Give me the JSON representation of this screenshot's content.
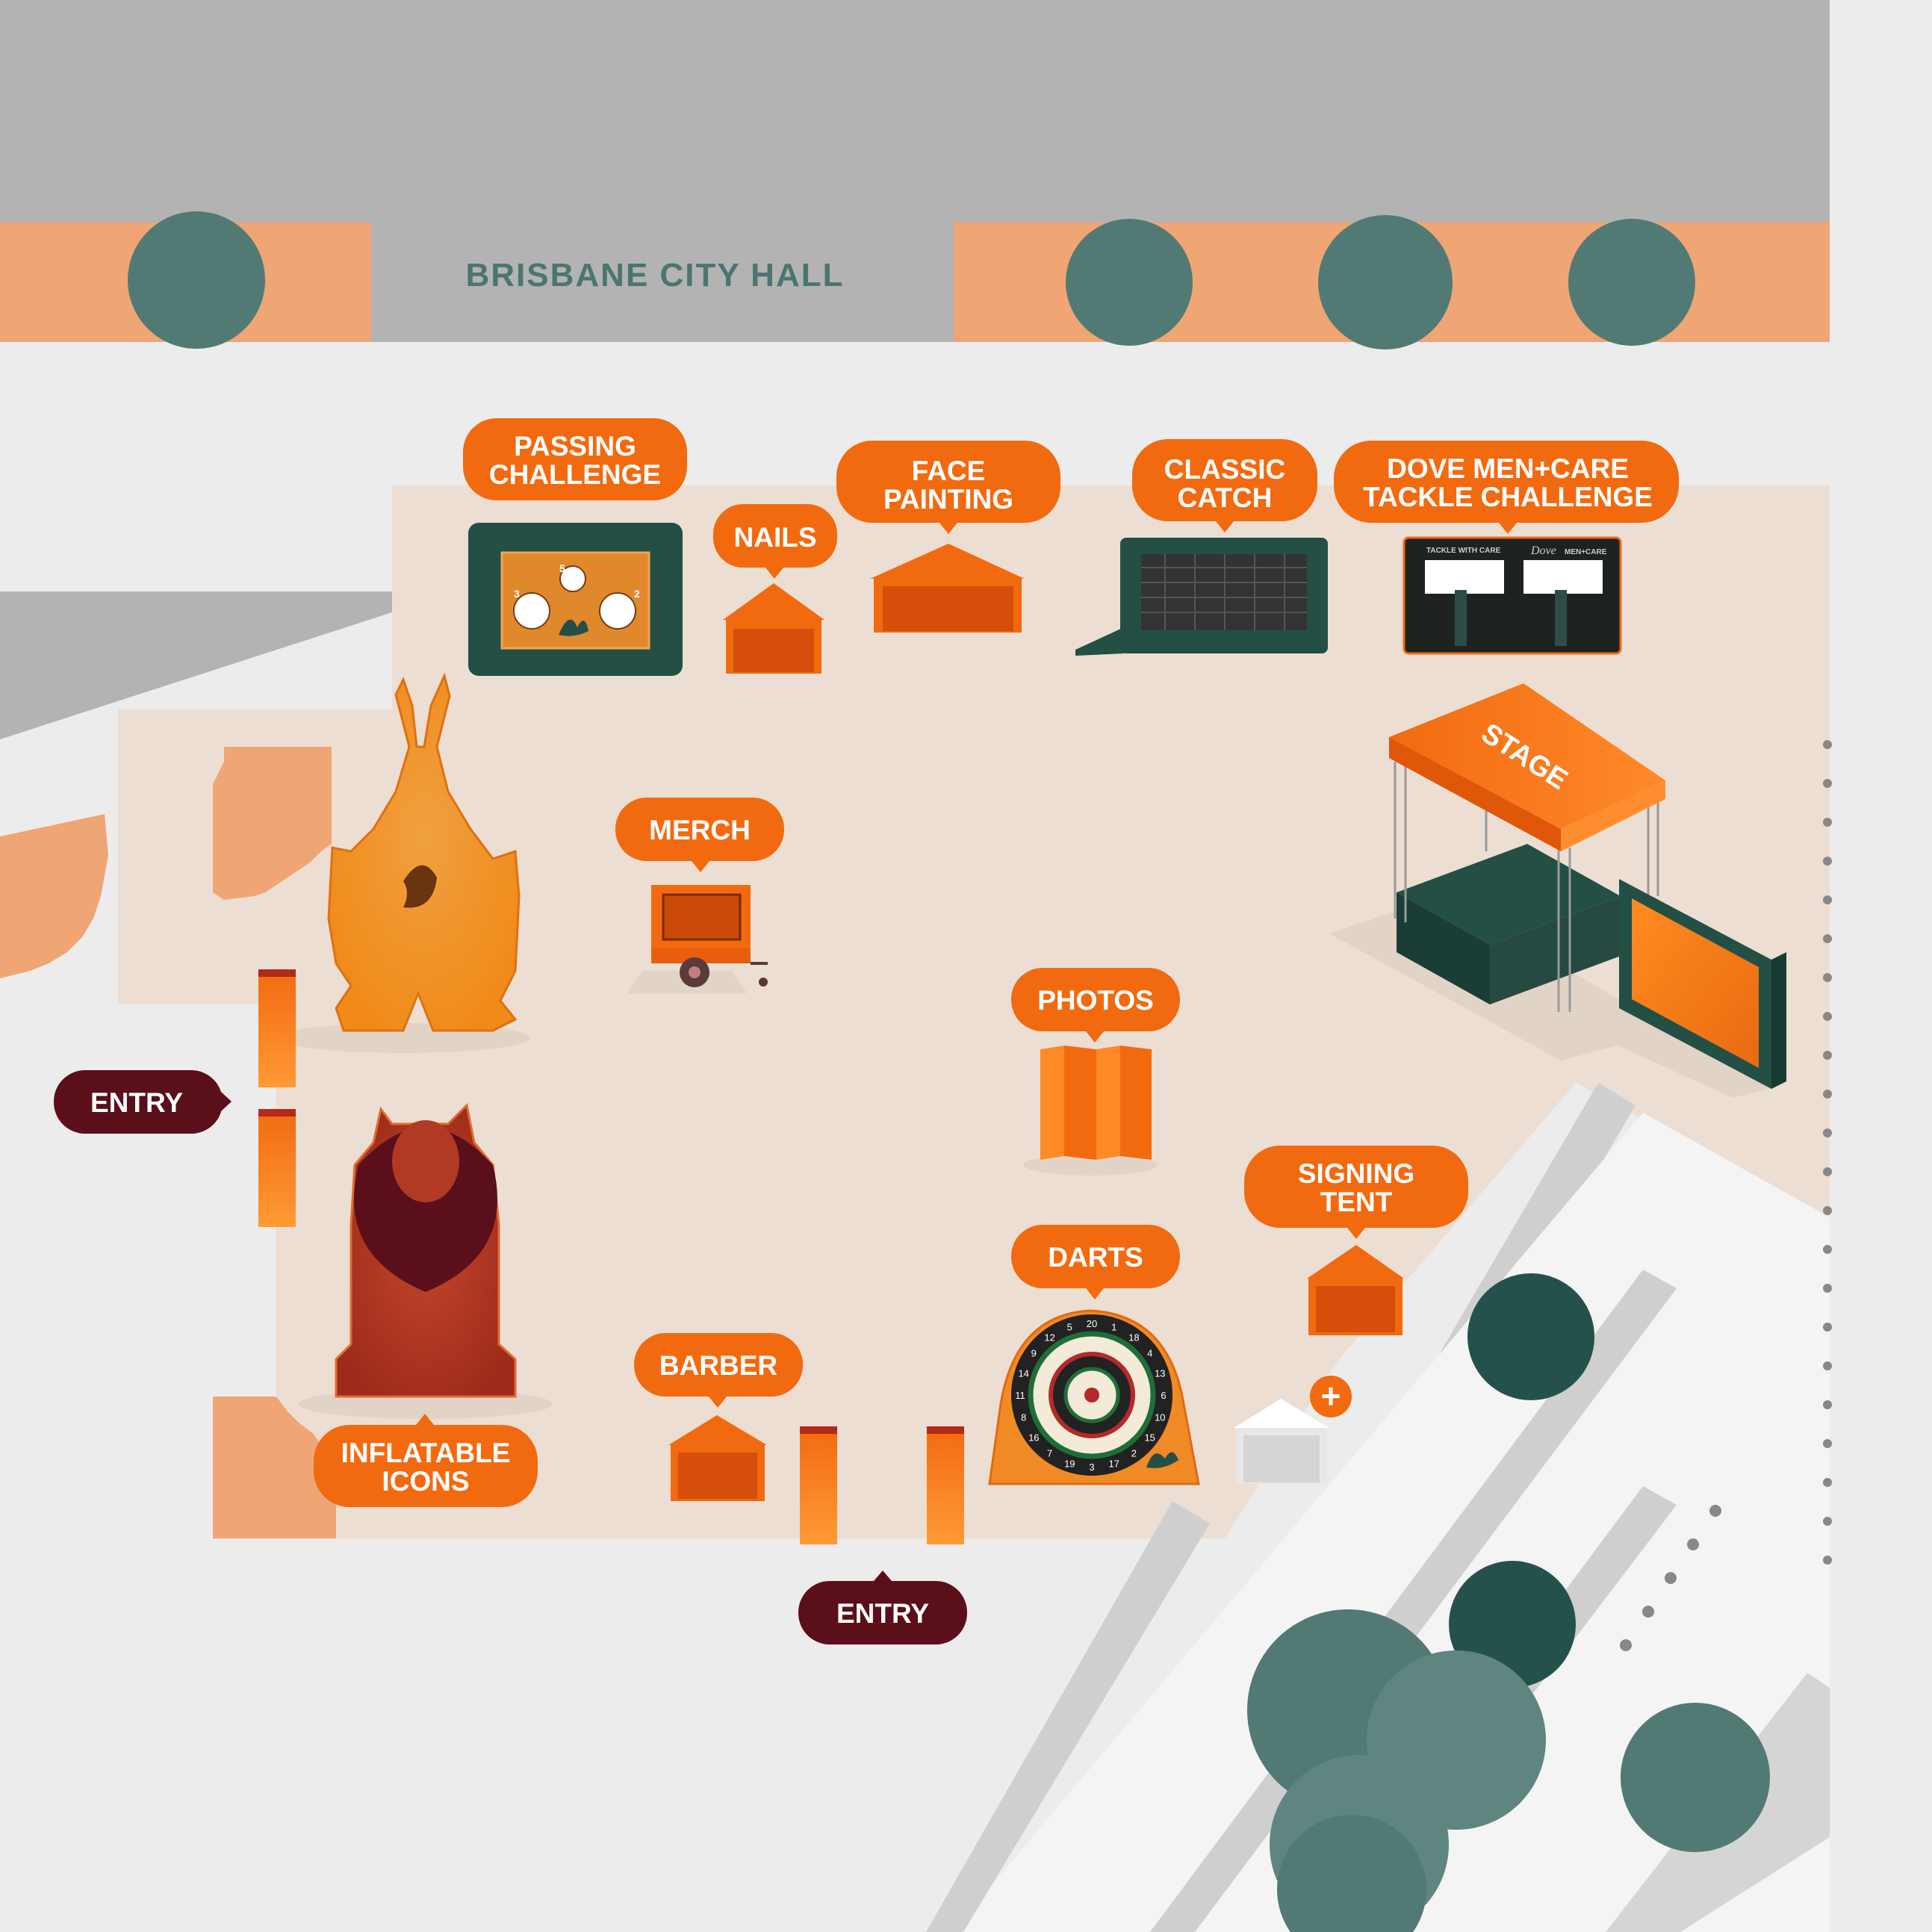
{
  "venue": {
    "name": "BRISBANE CITY HALL"
  },
  "attractions": {
    "passing_challenge": {
      "line1": "PASSING",
      "line2": "CHALLENGE",
      "board_numbers": [
        "5",
        "3",
        "2"
      ]
    },
    "nails": {
      "label": "NAILS"
    },
    "face_painting": {
      "line1": "FACE",
      "line2": "PAINTING"
    },
    "classic_catch": {
      "line1": "CLASSIC",
      "line2": "CATCH"
    },
    "tackle_challenge": {
      "line1": "DOVE MEN+CARE",
      "line2": "TACKLE CHALLENGE",
      "sign_text": "TACKLE WITH CARE",
      "brand_text": "Dove",
      "brand_sub": "MEN+CARE"
    },
    "stage": {
      "label": "STAGE"
    },
    "merch": {
      "label": "MERCH"
    },
    "photos": {
      "label": "PHOTOS"
    },
    "signing_tent": {
      "line1": "SIGNING",
      "line2": "TENT"
    },
    "darts": {
      "label": "DARTS",
      "board_numbers": [
        "20",
        "1",
        "18",
        "4",
        "13",
        "6",
        "10",
        "15",
        "2",
        "17",
        "3",
        "19",
        "7",
        "16",
        "8",
        "11",
        "14",
        "9",
        "12",
        "5"
      ]
    },
    "barber": {
      "label": "BARBER"
    },
    "inflatable_icons": {
      "line1": "INFLATABLE",
      "line2": "ICONS"
    },
    "first_aid": {
      "symbol": "+"
    }
  },
  "entries": {
    "west": {
      "label": "ENTRY"
    },
    "south": {
      "label": "ENTRY"
    }
  },
  "colors": {
    "orange": "#f26a10",
    "light_orange": "#f0a575",
    "sand": "#ecded3",
    "road": "#ececec",
    "building_gray": "#b3b3b3",
    "tree_teal": "#527a74",
    "tree_dark": "#24514b",
    "entry_maroon": "#5a0f1b",
    "green_inflatable": "#234f45"
  },
  "icons": [
    "kangaroo-inflatable-icon",
    "lion-inflatable-icon",
    "first-aid-icon",
    "trailer-icon",
    "dartboard-icon",
    "tent-icon"
  ]
}
